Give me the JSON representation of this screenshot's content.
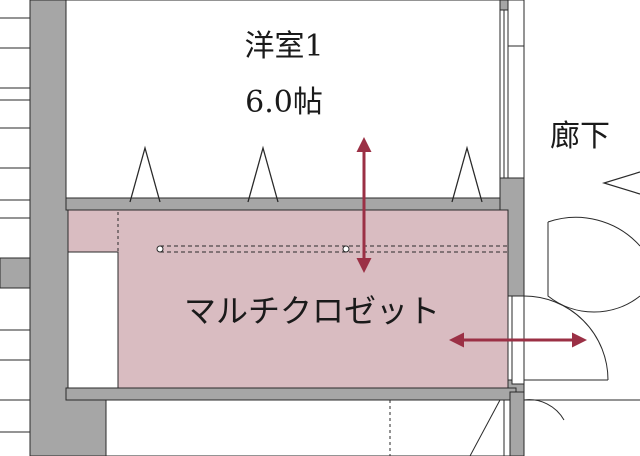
{
  "rooms": {
    "bedroom": {
      "name": "洋室1",
      "size": "6.0帖"
    },
    "corridor": {
      "name": "廊下"
    },
    "closet": {
      "name": "マルチクロゼット"
    }
  },
  "colors": {
    "wall": "#a6a6a6",
    "closet_fill": "#d9bcc1",
    "arrow": "#9b3045",
    "line": "#2a2a2a",
    "room_bg": "#ffffff"
  }
}
